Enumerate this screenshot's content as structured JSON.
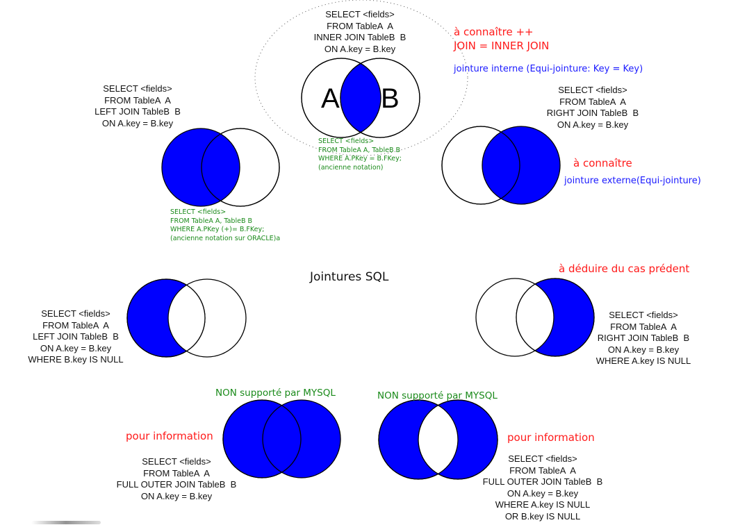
{
  "title": "Jointures SQL",
  "colors": {
    "fill": "#0000ff",
    "stroke": "#000000",
    "red": "#ff1a1a",
    "blue": "#1a1aff",
    "green": "#1a8a1a"
  },
  "inner_join": {
    "sql": [
      "SELECT <fields>",
      "FROM TableA  A",
      "INNER JOIN TableB  B",
      "ON A.key = B.key"
    ],
    "label_a": "A",
    "label_b": "B",
    "old_notation": [
      "SELECT <fields>",
      "FROM TableA A, TableB B",
      "WHERE A.PKey = B.FKey;",
      "(ancienne notation)"
    ],
    "note_red": [
      "à connaître ++",
      "JOIN = INNER JOIN"
    ],
    "note_blue": "jointure interne (Equi-jointure: Key = Key)"
  },
  "left_join": {
    "sql": [
      "SELECT <fields>",
      "FROM TableA  A",
      "LEFT JOIN TableB  B",
      "ON A.key = B.key"
    ],
    "old_notation": [
      "SELECT <fields>",
      "FROM TableA A, TableB B",
      "WHERE A.PKey (+)= B.FKey;",
      "(ancienne notation sur ORACLE)a"
    ]
  },
  "right_join": {
    "sql": [
      "SELECT <fields>",
      "FROM TableA  A",
      "RIGHT JOIN TableB  B",
      "ON A.key = B.key"
    ],
    "note_red": "à connaître",
    "note_blue": "jointure externe(Equi-jointure)"
  },
  "left_excl": {
    "sql": [
      "SELECT <fields>",
      "FROM TableA  A",
      "LEFT JOIN TableB  B",
      "ON A.key = B.key",
      "WHERE B.key IS NULL"
    ]
  },
  "right_excl": {
    "sql": [
      "SELECT <fields>",
      "FROM TableA  A",
      "RIGHT JOIN TableB  B",
      "ON A.key = B.key",
      "WHERE A.key IS NULL"
    ],
    "note_red": "à déduire du cas prédent"
  },
  "full_outer": {
    "sql": [
      "SELECT <fields>",
      "FROM TableA  A",
      "FULL OUTER JOIN TableB  B",
      "ON A.key = B.key"
    ],
    "note_green": "NON supporté par MYSQL",
    "note_red": "pour information"
  },
  "full_outer_excl": {
    "sql": [
      "SELECT <fields>",
      "FROM TableA  A",
      "FULL OUTER JOIN TableB  B",
      "ON A.key = B.key",
      "WHERE A.key IS NULL",
      "OR B.key IS NULL"
    ],
    "note_green": "NON supporté par MYSQL",
    "note_red": "pour information"
  }
}
